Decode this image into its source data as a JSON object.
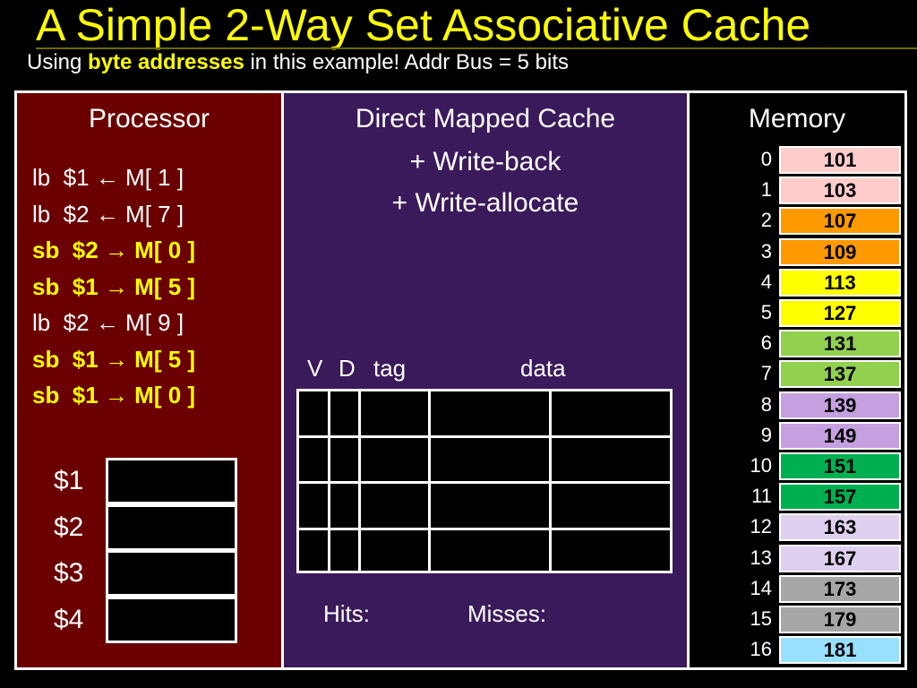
{
  "title": "A Simple 2-Way Set Associative Cache",
  "subtitle": {
    "prefix": "Using ",
    "emphasis": "byte addresses",
    "suffix": " in this example! Addr Bus = 5 bits"
  },
  "processor": {
    "title": "Processor",
    "instructions": [
      {
        "text": "lb  $1 ← M[ 1 ]",
        "kind": "load"
      },
      {
        "text": "lb  $2 ← M[ 7 ]",
        "kind": "load"
      },
      {
        "text": "sb  $2 → M[ 0 ]",
        "kind": "store"
      },
      {
        "text": "sb  $1 → M[ 5 ]",
        "kind": "store"
      },
      {
        "text": "lb  $2 ← M[ 9 ]",
        "kind": "load"
      },
      {
        "text": "sb  $1 → M[ 5 ]",
        "kind": "store"
      },
      {
        "text": "sb  $1 → M[ 0 ]",
        "kind": "store"
      }
    ],
    "registers": [
      "$1",
      "$2",
      "$3",
      "$4"
    ]
  },
  "cache": {
    "title_lines": [
      "Direct Mapped Cache",
      "+ Write-back",
      "+ Write-allocate"
    ],
    "columns": {
      "v": "V",
      "d": "D",
      "tag": "tag",
      "data": "data"
    },
    "hits_label": "Hits:",
    "misses_label": "Misses:"
  },
  "memory": {
    "title": "Memory",
    "cells": [
      {
        "addr": "0",
        "value": "101",
        "color": "#ffcccc"
      },
      {
        "addr": "1",
        "value": "103",
        "color": "#ffcccc"
      },
      {
        "addr": "2",
        "value": "107",
        "color": "#ff9900"
      },
      {
        "addr": "3",
        "value": "109",
        "color": "#ff9900"
      },
      {
        "addr": "4",
        "value": "113",
        "color": "#ffff00"
      },
      {
        "addr": "5",
        "value": "127",
        "color": "#ffff00"
      },
      {
        "addr": "6",
        "value": "131",
        "color": "#92d050"
      },
      {
        "addr": "7",
        "value": "137",
        "color": "#92d050"
      },
      {
        "addr": "8",
        "value": "139",
        "color": "#c5a0e0"
      },
      {
        "addr": "9",
        "value": "149",
        "color": "#c5a0e0"
      },
      {
        "addr": "10",
        "value": "151",
        "color": "#00b050"
      },
      {
        "addr": "11",
        "value": "157",
        "color": "#00b050"
      },
      {
        "addr": "12",
        "value": "163",
        "color": "#e0d0f0"
      },
      {
        "addr": "13",
        "value": "167",
        "color": "#e0d0f0"
      },
      {
        "addr": "14",
        "value": "173",
        "color": "#a6a6a6"
      },
      {
        "addr": "15",
        "value": "179",
        "color": "#a6a6a6"
      },
      {
        "addr": "16",
        "value": "181",
        "color": "#99e0ff"
      }
    ]
  },
  "colors": {
    "title": "#ffff00",
    "store": "#ffff00",
    "processor_bg": "#6b0000",
    "cache_bg": "#3a1a5a"
  }
}
